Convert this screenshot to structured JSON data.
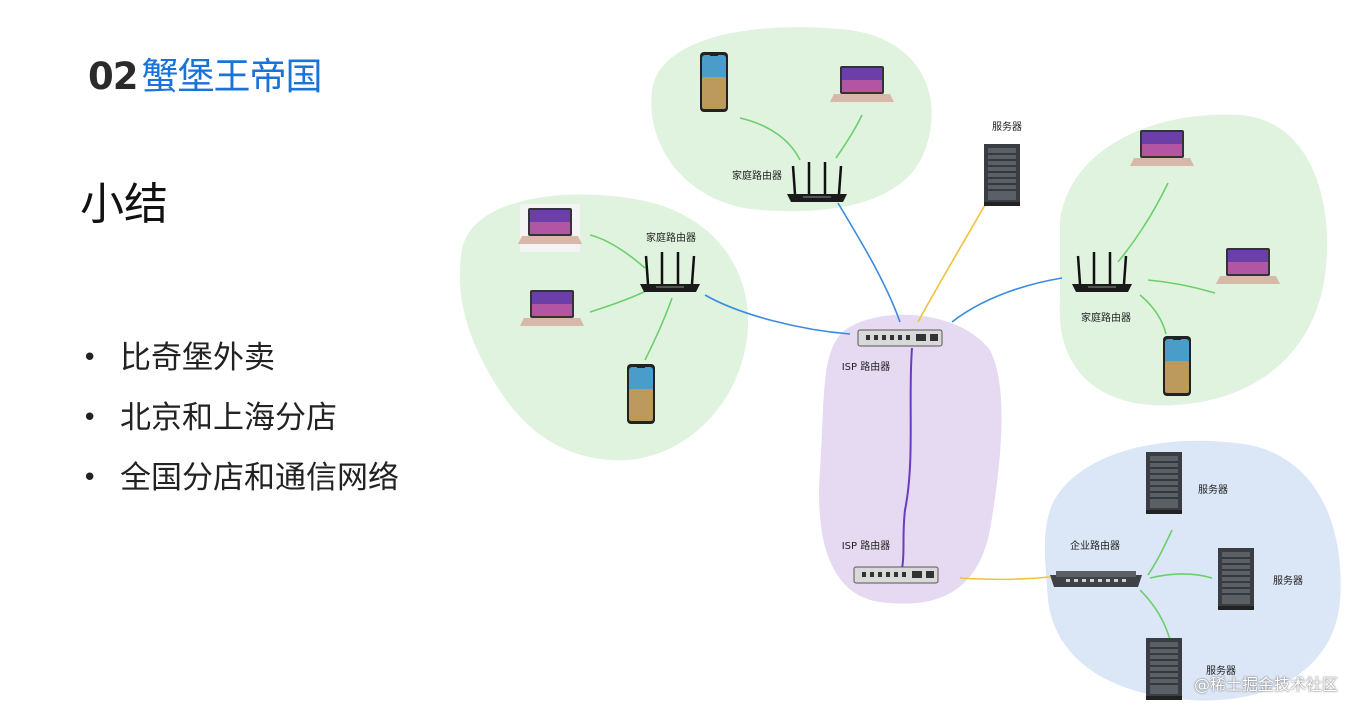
{
  "section": {
    "number": "02",
    "name": "蟹堡王帝国"
  },
  "heading": "小结",
  "bullets": [
    "比奇堡外卖",
    "北京和上海分店",
    "全国分店和通信网络"
  ],
  "diagram": {
    "home_router_label": "家庭路由器",
    "isp_router_label": "ISP 路由器",
    "enterprise_router_label": "企业路由器",
    "server_label": "服务器"
  },
  "footer": "@稀土掘金技术社区",
  "colors": {
    "accent": "#1a73d9",
    "home_zone": "#dff3df",
    "isp_zone": "#e5daf2",
    "enterprise_zone": "#dbe6f7",
    "wifi_link": "#6ccf6c",
    "isp_link": "#3b8be0",
    "server_link": "#f2c23a",
    "backbone": "#6a3cbf"
  }
}
